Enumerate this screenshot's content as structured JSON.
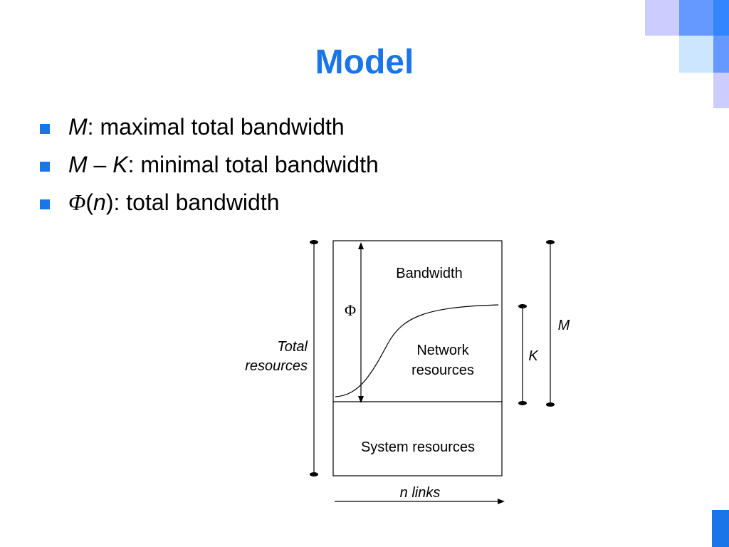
{
  "title": "Model",
  "colors": {
    "accent": "#1a75e8",
    "deco_dark": "#6699ff",
    "deco_mid": "#3385ff",
    "deco_light": "#ccccff",
    "deco_pale": "#cce6ff"
  },
  "bullets": [
    {
      "sym": "M",
      "rest": ": maximal total bandwidth"
    },
    {
      "sym1": "M",
      "op": " – ",
      "sym2": "K",
      "rest": ": minimal total bandwidth"
    },
    {
      "phi": "Φ",
      "open": "(",
      "arg": "n",
      "close": ")",
      "rest": ": total bandwidth"
    }
  ],
  "diagram": {
    "bandwidth": "Bandwidth",
    "network_line1": "Network",
    "network_line2": "resources",
    "system": "System resources",
    "phi": "Φ",
    "total_line1": "Total",
    "total_line2": "resources",
    "k": "K",
    "m": "M",
    "n_links": "n links"
  }
}
